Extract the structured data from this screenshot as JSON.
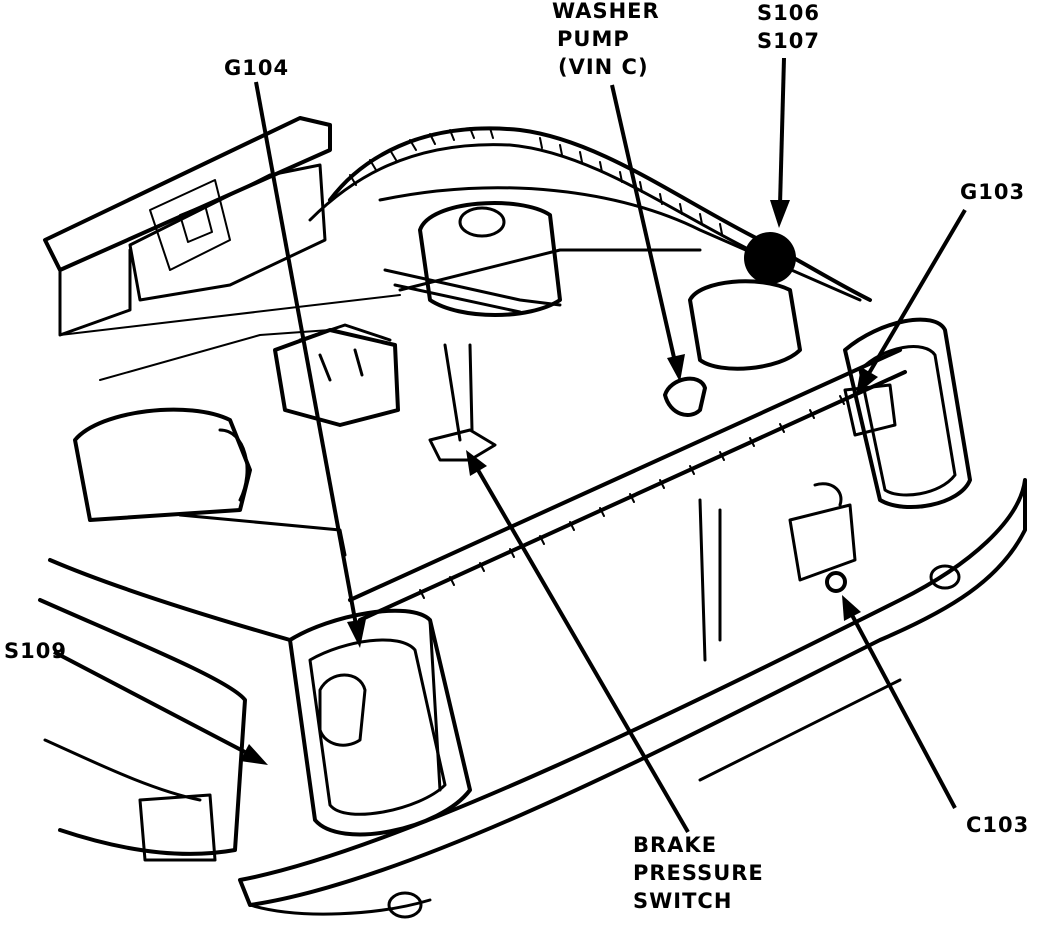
{
  "labels": {
    "washer_pump": [
      "WASHER",
      "PUMP",
      "(VIN C)"
    ],
    "s106_s107": [
      "S106",
      "S107"
    ],
    "g104": "G104",
    "g103": "G103",
    "s109": "S109",
    "c103": "C103",
    "brake_pressure_switch": [
      "BRAKE",
      "PRESSURE",
      "SWITCH"
    ]
  },
  "colors": {
    "ink": "#000000",
    "paper": "#ffffff"
  }
}
